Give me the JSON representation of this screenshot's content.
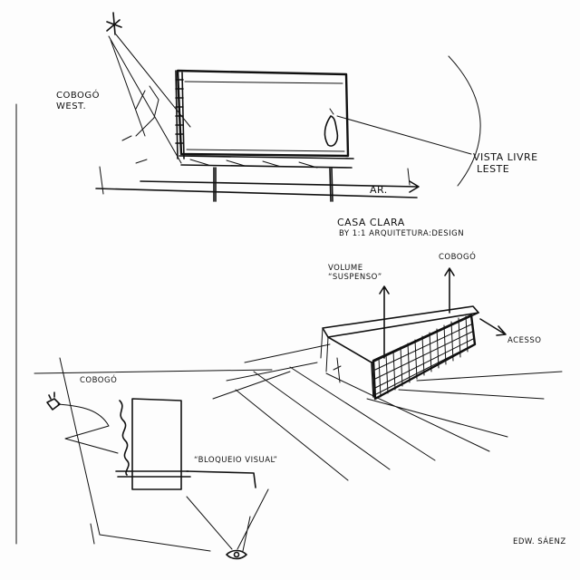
{
  "labels": {
    "cobogo_west_line1": "Cobogó",
    "cobogo_west_line2": "West.",
    "vista_livre_line1": "Vista Livre",
    "vista_livre_line2": "Leste",
    "ar": "AR.",
    "casa_clara": "Casa Clara",
    "by_line": "By 1:1 Arquitetura:Design",
    "volume_line1": "Volume",
    "volume_line2": "“Suspenso”",
    "cobogo_top": "Cobogó",
    "acesso": "Acesso",
    "cobogo_plan": "Cobogó",
    "bloqueio_visual": "“Bloqueio Visual”",
    "signature": "Edw. Sáenz"
  }
}
